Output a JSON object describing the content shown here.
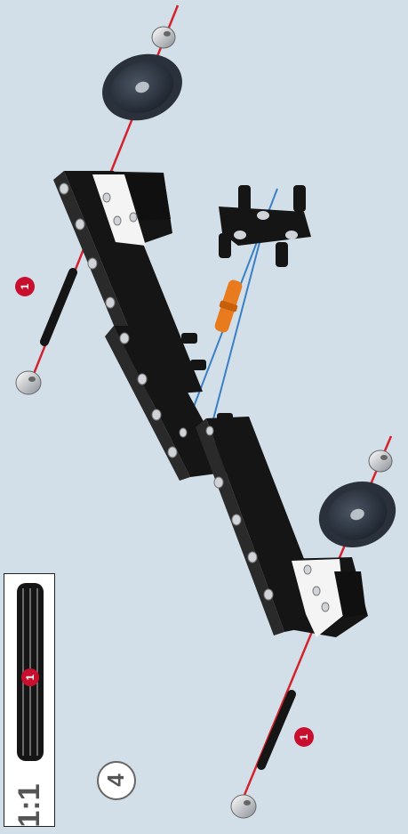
{
  "step": {
    "number": "4"
  },
  "scale": {
    "label": "1:1",
    "count": "1"
  },
  "callouts": [
    {
      "id": "axle-left-top",
      "count": "1"
    },
    {
      "id": "axle-bottom",
      "count": "1"
    }
  ],
  "colors": {
    "background": "#d3dfe8",
    "brick_black": "#151515",
    "brick_white": "#f4f4f4",
    "axle_red": "#d3232e",
    "guide_blue": "#3a7fc4",
    "connector_orange": "#e87b1e",
    "badge_red": "#c8102e"
  }
}
